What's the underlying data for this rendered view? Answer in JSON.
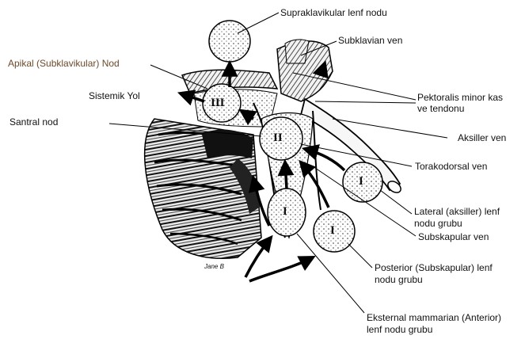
{
  "labels": {
    "supraclavicular": "Supraklavikular lenf nodu",
    "subclavian_vein": "Subklavian ven",
    "apical_node": "Apikal (Subklavikular) Nod",
    "systemic_route": "Sistemik Yol",
    "pectoralis_line1": "Pektoralis minor kas",
    "pectoralis_line2": "ve tendonu",
    "central_node": "Santral nod",
    "axillary_vein": "Aksiller ven",
    "thoracodorsal_vein": "Torakodorsal ven",
    "lateral_line1": "Lateral (aksiller) lenf",
    "lateral_line2": "nodu grubu",
    "subscapular_vein": "Subskapular ven",
    "posterior_line1": "Posterior (Subskapular) lenf",
    "posterior_line2": "nodu grubu",
    "external_line1": "Eksternal mammarian (Anterior)",
    "external_line2": "lenf nodu grubu"
  },
  "node_levels": {
    "level_three": "III",
    "level_two": "II",
    "level_one_lateral": "I",
    "level_one_anterior": "I",
    "level_one_posterior": "I"
  },
  "artist_signature": "Jane B"
}
